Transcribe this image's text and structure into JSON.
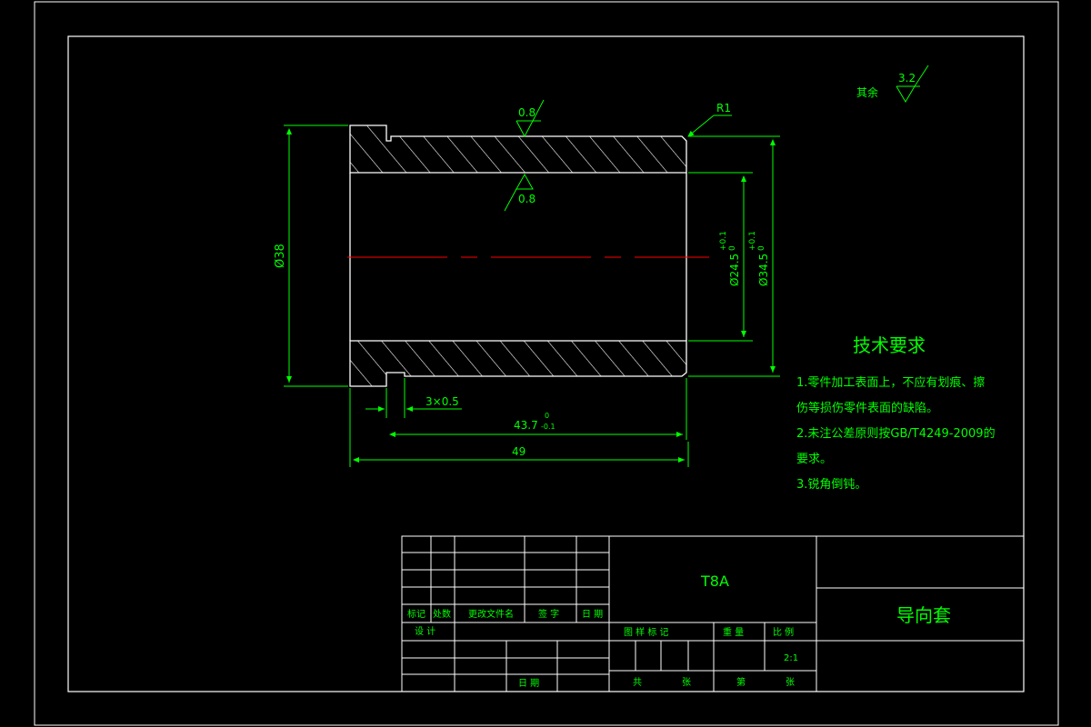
{
  "colors": {
    "background": "#000000",
    "frame": "#ffffff",
    "dimension": "#00ff00",
    "centerline": "#ff0000",
    "hatch": "#ffffff"
  },
  "surface": {
    "other_label": "其余",
    "other_value": "3.2",
    "top_value": "0.8",
    "bore_value": "0.8",
    "fillet": "R1"
  },
  "dimensions": {
    "outer_diameter": "Ø38",
    "bore_diameter": "Ø24.5",
    "bore_tol_upper": "+0.1",
    "bore_tol_lower": "0",
    "counter_diameter": "Ø34.5",
    "counter_tol_upper": "+0.1",
    "counter_tol_lower": "0",
    "groove": "3×0.5",
    "inner_length": "43.7",
    "inner_tol_upper": "0",
    "inner_tol_lower": "-0.1",
    "total_length": "49"
  },
  "requirements": {
    "title": "技术要求",
    "line1": "1.零件加工表面上，不应有划痕、擦",
    "line2": "伤等损伤零件表面的缺陷。",
    "line3": "2.未注公差原则按GB/T4249-2009的",
    "line4": "要求。",
    "line5": "3.锐角倒钝。"
  },
  "title_block": {
    "material": "T8A",
    "part_name": "导向套",
    "col_mark": "标记",
    "col_count": "处数",
    "col_doc": "更改文件名",
    "col_sign": "签 字",
    "col_date": "日 期",
    "design": "设 计",
    "date2": "日 期",
    "stage_mark": "图 样 标 记",
    "weight": "重 量",
    "scale": "比 例",
    "scale_value": "2:1",
    "total": "共",
    "sheets": "张",
    "nth": "第",
    "sheet": "张"
  }
}
